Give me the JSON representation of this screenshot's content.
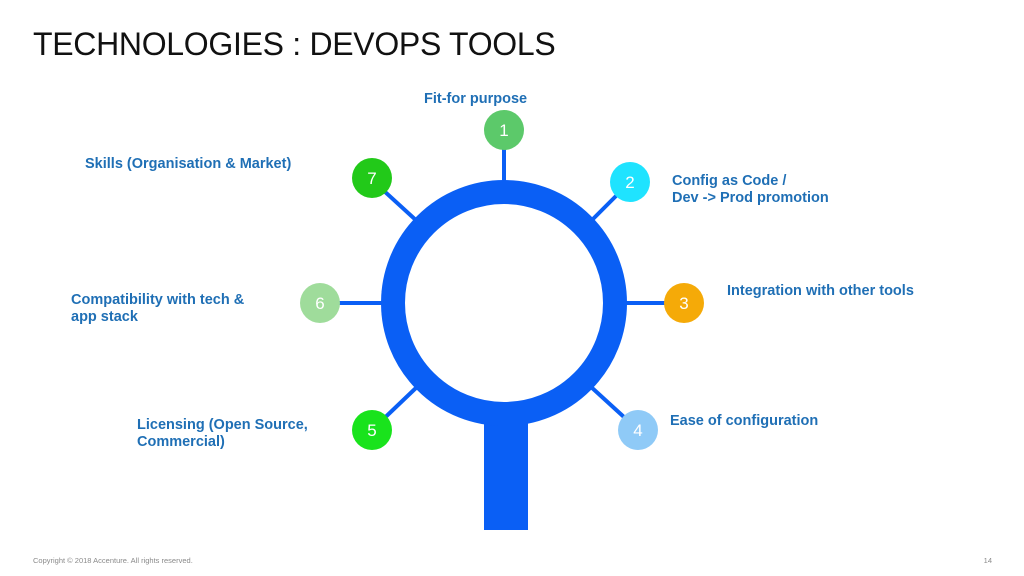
{
  "slide": {
    "title": "TECHNOLOGIES : DEVOPS TOOLS",
    "copyright": "Copyright © 2018 Accenture. All rights reserved.",
    "page_number": "14"
  },
  "colors": {
    "ring": "#0a5ff5",
    "label_text": "#1f6fb5",
    "node_1": "#5cc96a",
    "node_2": "#1fe3ff",
    "node_3": "#f5aa08",
    "node_4": "#8fcaf7",
    "node_5": "#19e31c",
    "node_6": "#9fdc9b",
    "node_7": "#22c919"
  },
  "nodes": [
    {
      "number": "1",
      "label": "Fit-for purpose"
    },
    {
      "number": "2",
      "label_line1": "Config as Code /",
      "label_line2": "Dev -> Prod promotion"
    },
    {
      "number": "3",
      "label": "Integration with other tools"
    },
    {
      "number": "4",
      "label": "Ease of configuration"
    },
    {
      "number": "5",
      "label_line1": "Licensing (Open Source,",
      "label_line2": "Commercial)"
    },
    {
      "number": "6",
      "label_line1": "Compatibility with tech &",
      "label_line2": "app stack"
    },
    {
      "number": "7",
      "label": "Skills (Organisation & Market)"
    }
  ]
}
